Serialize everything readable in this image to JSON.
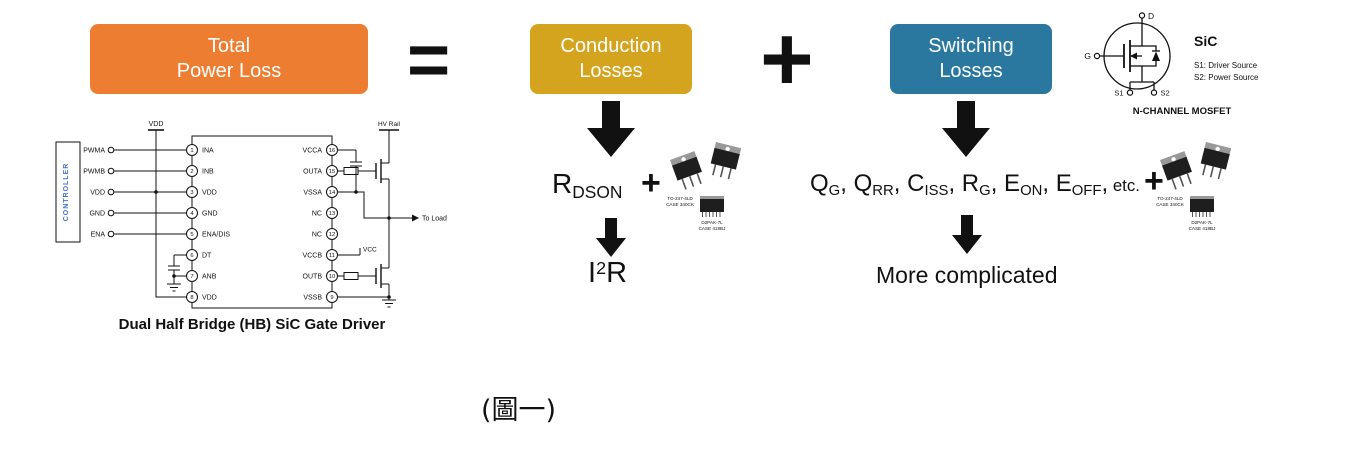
{
  "colors": {
    "total_box": "#ED7D31",
    "conduction_box": "#D4A41E",
    "switching_box": "#2A78A0",
    "controller_text": "#4472C4",
    "arrow": "#111111"
  },
  "equation": {
    "total": {
      "line1": "Total",
      "line2": "Power Loss"
    },
    "equals": "=",
    "plus": "+",
    "conduction": {
      "line1": "Conduction",
      "line2": "Losses"
    },
    "switching": {
      "line1": "Switching",
      "line2": "Losses"
    }
  },
  "mosfet_symbol": {
    "material": "SiC",
    "drain": "D",
    "gate": "G",
    "source1": "S1",
    "source2": "S2",
    "note1": "S1: Driver Source",
    "note2": "S2: Power Source",
    "caption": "N-CHANNEL MOSFET"
  },
  "conduction": {
    "term_base": "R",
    "term_sub": "DSON",
    "plus": "+",
    "result_base": "I",
    "result_exp": "2",
    "result_tail": "R",
    "pkg1_caption1": "TO-247-4LD",
    "pkg1_caption2": "CASE 340CK",
    "pkg2_caption1": "D2PAK-7L",
    "pkg2_caption2": "CASE 418BJ"
  },
  "switching": {
    "terms": [
      {
        "base": "Q",
        "sub": "G",
        "sep": ", "
      },
      {
        "base": "Q",
        "sub": "RR",
        "sep": ", "
      },
      {
        "base": "C",
        "sub": "ISS",
        "sep": ", "
      },
      {
        "base": "R",
        "sub": "G",
        "sep": ", "
      },
      {
        "base": "E",
        "sub": "ON",
        "sep": ", "
      },
      {
        "base": "E",
        "sub": "OFF",
        "sep": ","
      }
    ],
    "etc": " etc.",
    "plus": "+",
    "result": "More complicated",
    "pkg1_caption1": "TO-247-4LD",
    "pkg1_caption2": "CASE 340CK",
    "pkg2_caption1": "D2PAK-7L",
    "pkg2_caption2": "CASE 418BJ"
  },
  "circuit": {
    "caption": "Dual Half Bridge (HB) SiC Gate Driver",
    "controller_label": "CONTROLLER",
    "input_labels": [
      "PWMA",
      "PWMB",
      "VDD",
      "GND",
      "ENA"
    ],
    "left_pins": [
      {
        "num": "1",
        "name": "INA"
      },
      {
        "num": "2",
        "name": "INB"
      },
      {
        "num": "3",
        "name": "VDD"
      },
      {
        "num": "4",
        "name": "GND"
      },
      {
        "num": "5",
        "name": "ENA/DIS"
      },
      {
        "num": "6",
        "name": "DT"
      },
      {
        "num": "7",
        "name": "ANB"
      },
      {
        "num": "8",
        "name": "VDD"
      }
    ],
    "right_pins": [
      {
        "num": "16",
        "name": "VCCA"
      },
      {
        "num": "15",
        "name": "OUTA"
      },
      {
        "num": "14",
        "name": "VSSA"
      },
      {
        "num": "13",
        "name": "NC"
      },
      {
        "num": "12",
        "name": "NC"
      },
      {
        "num": "11",
        "name": "VCCB"
      },
      {
        "num": "10",
        "name": "OUTB"
      },
      {
        "num": "9",
        "name": "VSSB"
      }
    ],
    "vdd_label": "VDD",
    "hv_rail_label": "HV Rail",
    "to_load_label": "To Load",
    "vcc_label": "VCC"
  },
  "figure_caption": "(圖一)"
}
